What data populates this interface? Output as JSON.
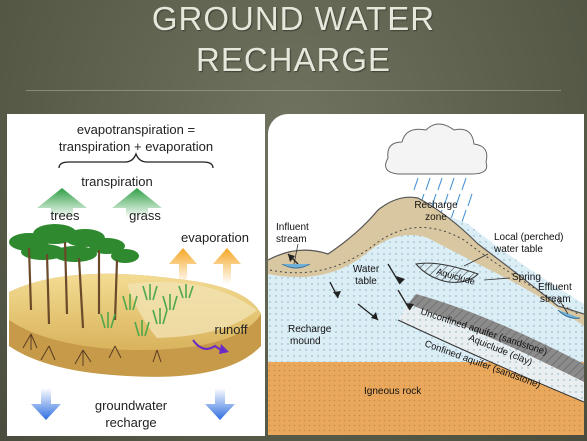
{
  "title_line1": "GROUND WATER",
  "title_line2": "RECHARGE",
  "left": {
    "heading1": "evapotranspiration =",
    "heading2": "transpiration + evaporation",
    "transpiration": "transpiration",
    "trees": "trees",
    "grass": "grass",
    "evaporation": "evaporation",
    "runoff": "runoff",
    "groundwater1": "groundwater",
    "groundwater2": "recharge"
  },
  "right": {
    "recharge_zone1": "Recharge",
    "recharge_zone2": "zone",
    "influent1": "Influent",
    "influent2": "stream",
    "local1": "Local (perched)",
    "local2": "water table",
    "water_table1": "Water",
    "water_table2": "table",
    "spring": "Spring",
    "aquiclude_top": "Aquiclude",
    "effluent1": "Effluent",
    "effluent2": "stream",
    "recharge_mound1": "Recharge",
    "recharge_mound2": "mound",
    "unconfined": "Unconfined aquifer (sandstone)",
    "aquiclude_clay": "Aquiclude (clay)",
    "confined": "Confined aquifer (sandstone)",
    "igneous": "Igneous rock"
  },
  "colors": {
    "slide_bg": "#5b5f4f",
    "title_text": "#e6e8dc",
    "arrow_green": "#3aa64a",
    "arrow_orange": "#f5a623",
    "arrow_blue": "#2f7de0",
    "soil": "#e8c97a",
    "aquifer": "#dfeef4",
    "igneous": "#e9a95b"
  }
}
